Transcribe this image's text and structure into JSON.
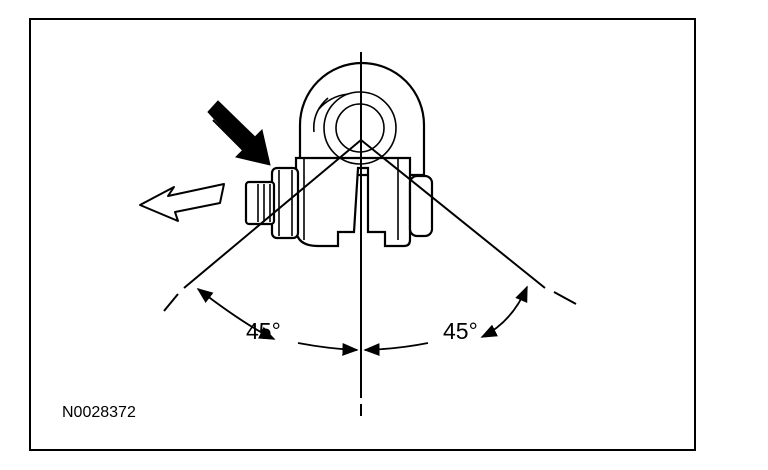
{
  "diagram": {
    "angle_left_label": "45°",
    "angle_right_label": "45°",
    "figure_id": "N0028372"
  },
  "colors": {
    "ink": "#000000",
    "paper": "#ffffff"
  },
  "icons": {
    "callout": "callout-arrow-icon",
    "direction": "direction-arrow-icon"
  }
}
